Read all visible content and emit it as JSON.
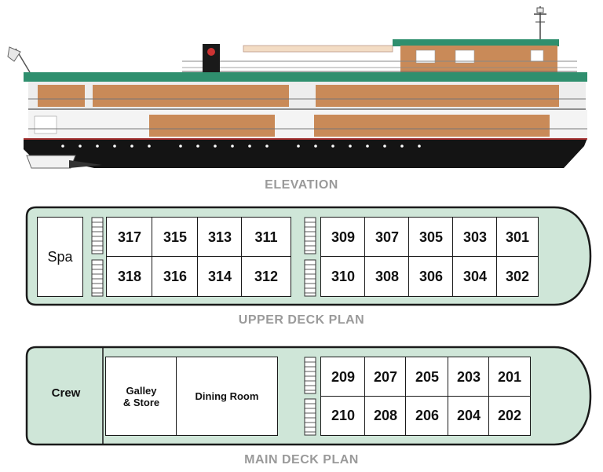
{
  "colors": {
    "deck_fill": "#cfe6d8",
    "outline": "#1a1a1a",
    "hull": "#141414",
    "roof_green": "#2f8f6e",
    "wood": "#c98a58",
    "caption": "#9a9a9a"
  },
  "elevation": {
    "caption": "ELEVATION"
  },
  "upper_deck": {
    "caption": "UPPER DECK PLAN",
    "spa_label": "Spa",
    "aft_top": [
      "317",
      "315",
      "313",
      "311"
    ],
    "aft_bottom": [
      "318",
      "316",
      "314",
      "312"
    ],
    "fwd_top": [
      "309",
      "307",
      "305",
      "303",
      "301"
    ],
    "fwd_bottom": [
      "310",
      "308",
      "306",
      "304",
      "302"
    ]
  },
  "main_deck": {
    "caption": "MAIN DECK PLAN",
    "crew_label": "Crew",
    "galley_label_line1": "Galley",
    "galley_label_line2": "& Store",
    "dining_label": "Dining Room",
    "fwd_top": [
      "209",
      "207",
      "205",
      "203",
      "201"
    ],
    "fwd_bottom": [
      "210",
      "208",
      "206",
      "204",
      "202"
    ]
  }
}
